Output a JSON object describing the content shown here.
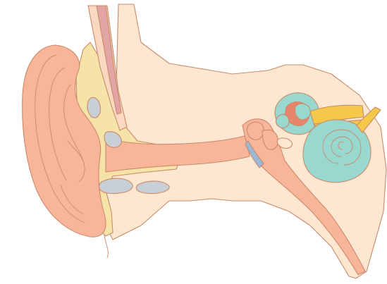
{
  "diagram": {
    "parts": [
      "outer-ear",
      "ear-canal",
      "temporal-bone",
      "cartilage",
      "eardrum",
      "ossicles",
      "semicircular-canals",
      "cochlea",
      "vestibular-nerve",
      "eustachian-tube"
    ],
    "colors": {
      "skin": "#fde7d1",
      "pinna": "#f9b59a",
      "cartilage": "#f6e3a8",
      "bone_gray": "#c9cfd6",
      "canal_pink": "#e3a4a6",
      "cochlea": "#99d8cf",
      "nerve": "#f4c94a",
      "outline": "#c98a6a"
    }
  }
}
